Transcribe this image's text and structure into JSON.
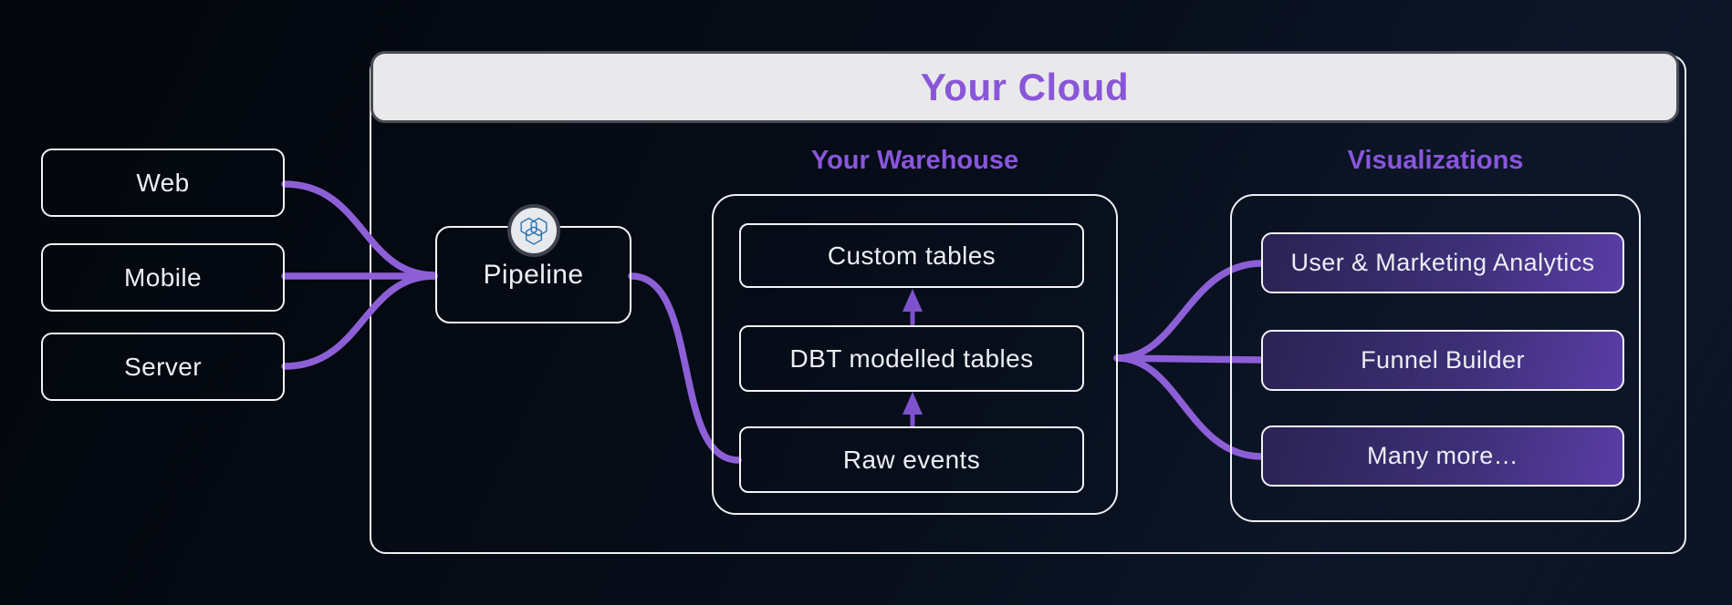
{
  "cloud": {
    "title": "Your Cloud"
  },
  "sources": [
    {
      "label": "Web"
    },
    {
      "label": "Mobile"
    },
    {
      "label": "Server"
    }
  ],
  "pipeline": {
    "label": "Pipeline",
    "icon": "hexagon-cluster-icon"
  },
  "warehouse": {
    "title": "Your Warehouse",
    "nodes": [
      {
        "label": "Custom tables"
      },
      {
        "label": "DBT modelled tables"
      },
      {
        "label": "Raw events"
      }
    ]
  },
  "visualizations": {
    "title": "Visualizations",
    "nodes": [
      {
        "label": "User & Marketing Analytics"
      },
      {
        "label": "Funnel Builder"
      },
      {
        "label": "Many more…"
      }
    ]
  },
  "colors": {
    "background": "#060b15",
    "edge_purple": "#8d5fd6",
    "title_purple": "#8a56dd",
    "header_bg": "#e9e9eb",
    "header_border": "#4b4d55",
    "node_border": "#f2f3f6",
    "viz_gradient_start": "#2a2353",
    "viz_gradient_end": "#5a3da6",
    "icon_blue": "#1e6fae"
  }
}
